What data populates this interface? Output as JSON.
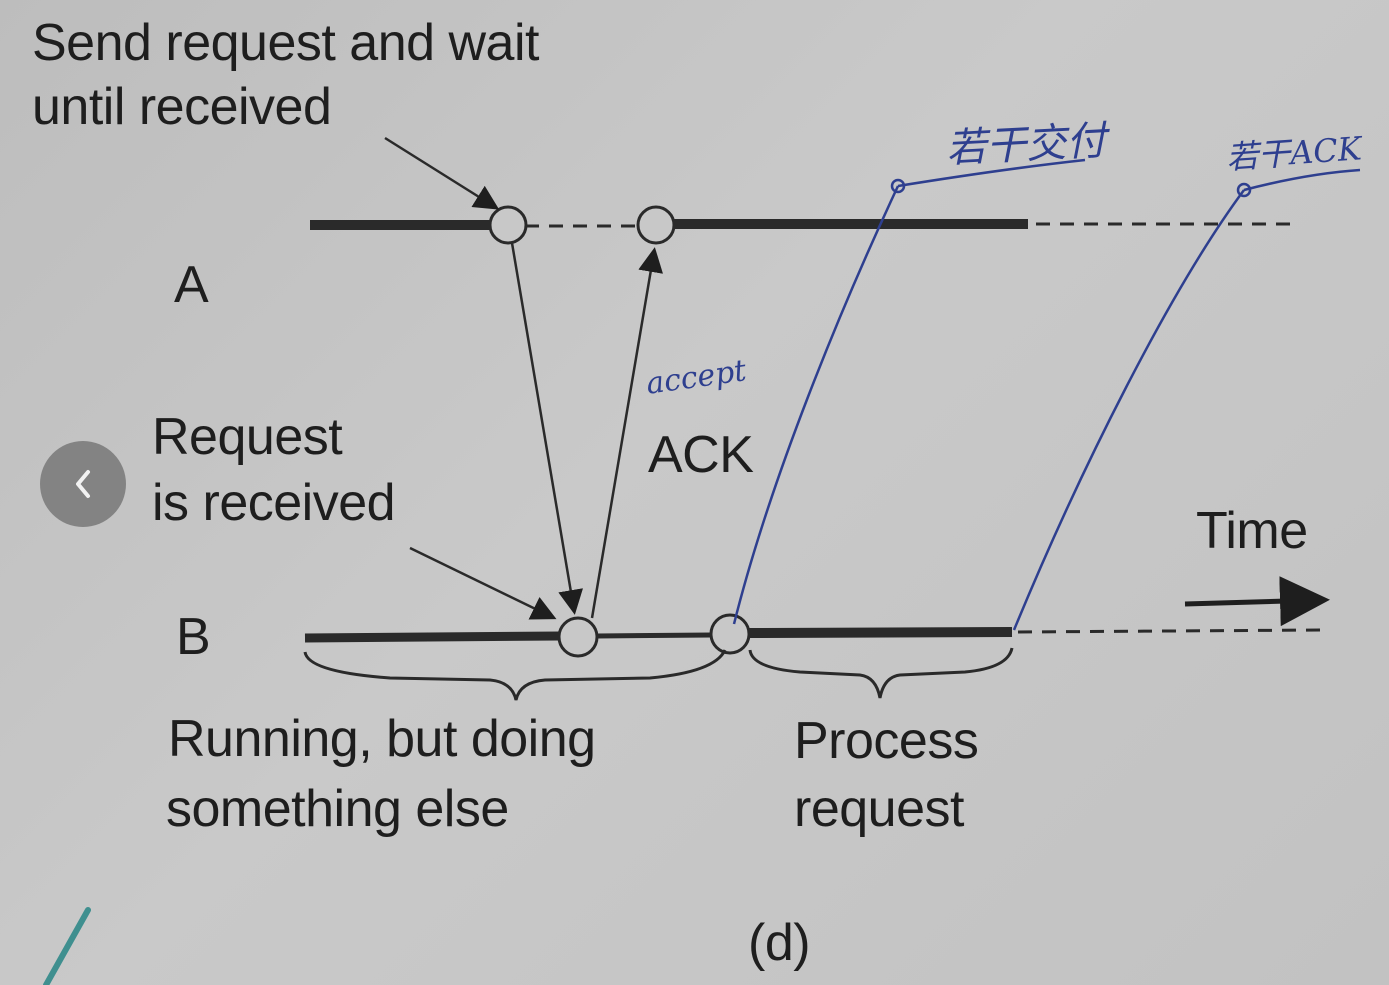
{
  "labels": {
    "send_request_line1": "Send request and wait",
    "send_request_line2": "until received",
    "process_a": "A",
    "process_b": "B",
    "request_received_line1": "Request",
    "request_received_line2": "is received",
    "ack": "ACK",
    "time": "Time",
    "running_line1": "Running, but  doing",
    "running_line2": "something else",
    "process_request_line1": "Process",
    "process_request_line2": "request",
    "caption": "(d)"
  },
  "annotations": {
    "accept": "accept",
    "note_1": "若干交付",
    "note_2": "若干ACK"
  },
  "colors": {
    "ink": "#1e1e1e",
    "pen": "#2e3f8f",
    "background": "#c4c4c4"
  },
  "nav": {
    "back_icon": "chevron-left-icon"
  }
}
